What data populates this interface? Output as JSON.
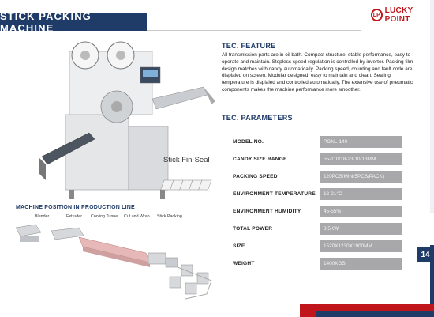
{
  "header": {
    "title": "STICK PACKING MACHINE",
    "logo_text": "LUCKY POINT",
    "logo_mark": "LP"
  },
  "page_number": "14",
  "feature": {
    "heading": "TEC. FEATURE",
    "text": "All transmission parts are in oil bath. Compact structure, stable performance, easy to operate and maintain. Stepless speed regulation is controlled by inverter. Packing film design matches with candy automatically. Packing speed, counting and fault code are displaied on screen. Modular designed, easy to maintain and clean. Sealing temperature is displaied and controlled automatically. The extensive use of pneumatic components makes the machine performance more smoother."
  },
  "parameters": {
    "heading": "TEC. PARAMETERS",
    "rows": [
      {
        "label": "MODEL NO.",
        "value": "PGNL-140"
      },
      {
        "label": "CANDY SIZE RANGE",
        "value": "55-110/18-23/10-13MM"
      },
      {
        "label": "PACKING SPEED",
        "value": "120PCS/MIN(5PCS/PACK)"
      },
      {
        "label": "ENVIRONMENT TEMPERATURE",
        "value": "18-21°C"
      },
      {
        "label": "ENVIRONMENT HUMIDITY",
        "value": "45-55%"
      },
      {
        "label": "TOTAL POWER",
        "value": "3.5KW"
      },
      {
        "label": "SIZE",
        "value": "1520X1230X1900MM"
      },
      {
        "label": "WEIGHT",
        "value": "1400KGS"
      }
    ]
  },
  "image_caption": "Stick Fin-Seal",
  "production": {
    "heading": "MACHINE POSITION IN PRODUCTION LINE",
    "stages": [
      "Blender",
      "Extruder",
      "Cooling Tunnel",
      "Cut and Wrap",
      "Stick Packing"
    ]
  },
  "colors": {
    "navy": "#1f3b68",
    "red": "#c0151b",
    "param_bg": "#a8a8aa"
  }
}
